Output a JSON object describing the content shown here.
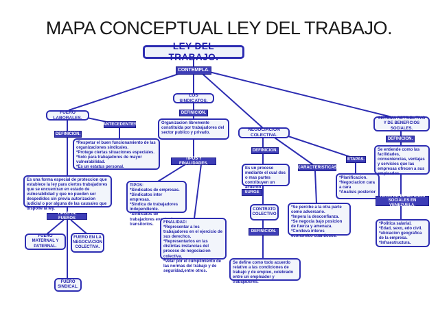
{
  "title": "MAPA CONCEPTUAL LEY DEL TRABAJO.",
  "colors": {
    "line": "#2d2db2",
    "box_border": "#2d2db2",
    "box_fill": "#f2f5fb",
    "text": "#1d1da8",
    "label_bg": "#3d3db6",
    "label_text": "#ffffff"
  },
  "map": {
    "root": "LEY DEL TRABAJO.",
    "connector": "CONTEMPLA.",
    "fuero": {
      "title": "FUERO LABORALES.",
      "antecedentes_label": "ANTECEDENTES",
      "antecedentes": "*Respetar el buen funcionamiento de las organizaciones sindicales.\n*Protege ciertas situaciones especiales.\n*Solo para trabajadores de mayor vulnerabilidad.\n*Es un estatus personal.",
      "definicion_label": "DEFINICION.",
      "definicion": "Es una forma especial de proteccion que establece la ley para ciertos trabajadores que se encuentran en estado de vulnerabilidad y que no pueden ser despedidos sin previa autorizacion judicial o por alguna de las causales que dispone la ley.",
      "tipos_label": "TIPOS DE FUEROS",
      "tipos": [
        "FUERO MATERNAL Y PATERNAL.",
        "FUERO EN LA NEGOCIACION COLECTIVA.",
        "FUERO SINDICAL."
      ]
    },
    "sindicatos": {
      "title": "LOS SINDICATOS.",
      "definicion_label": "DEFINICION.",
      "definicion": "Organizacion libremente constituida por trabajadores del sector publico y privado.",
      "tipos_finalidades_label": "TIPOS Y FINALIDADES.",
      "tipos": "TIPOS:\n*Sindicatos de empresas.\n*Sindicatos inter empresas.\n*Sindica de trabajadores independiente.\n*Sindicatos de trabajadores eventuales o transitorios.",
      "finalidad": "FINALIDAD:\n*Representar a los trabajadores en el ejercicio de sus derechos.\n*Representarlos en las distintas instancias del proceso de negociacion colectiva.\n*Velar por el cumplimiento de las normas del trabajo y de seguridad,entre otros."
    },
    "negociacion": {
      "title": "NEGOCIACION COLECTIVA.",
      "definicion_label": "DEFINICION.",
      "definicion": "Es un proceso mediante el cual dos o mas partes contribuyen un acuerdo.",
      "caracteristicas_label": "CARACTERISTICAS",
      "caracteristicas": "*Se percibe a la otra parte como adversario.\n*Impera la desconfianza.\n*Se negocia bajo posicion de fuerza y amenaza.\n*Conlleva interes economico cuantiosos.",
      "etapas_label": "ETAPAS.",
      "etapas": "*Planificacion.\n*Negociacion cara a cara\n*Analisis posterior",
      "surge_label": "SURGE",
      "contrato": "CONTRATO COLECTIVO",
      "contrato_definicion_label": "DEFINICION.",
      "contrato_definicion": "Se define como todo acuerdo relativo a las condiciones de trabajo y de empleo, celebrado entre un empleador y trabajadores."
    },
    "sistema": {
      "title": "SISTEMA RETRIBUTIVO Y DE BENEFICIOS SOCIALES.",
      "definicion_label": "DEFINICION.",
      "definicion": "Se entiende como las facilidades, conveniencias, ventajas y servicios que las empresas ofrecen a sus empleados",
      "tipos_label": "TIPOS DE BENEFICIOS SOCIALES EN VENEZUELA.",
      "tipos": "*Politica salarial.\n*Edad, sexo, edo civil.\n*ubicacion geografica de la empresa.\n*Infraestructura."
    }
  }
}
